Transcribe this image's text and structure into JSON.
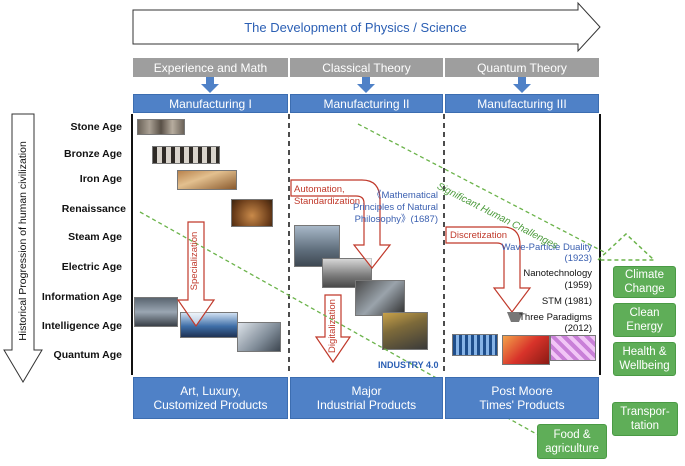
{
  "title": "The Development of Physics / Science",
  "vertical_label": "Historical Progression of human civilization",
  "theories": [
    "Experience and Math",
    "Classical Theory",
    "Quantum Theory"
  ],
  "manufacturing": [
    "Manufacturing I",
    "Manufacturing II",
    "Manufacturing III"
  ],
  "products": [
    {
      "line1": "Art, Luxury,",
      "line2": "Customized Products"
    },
    {
      "line1": "Major",
      "line2": "Industrial Products"
    },
    {
      "line1": "Post Moore",
      "line2": "Times' Products"
    }
  ],
  "ages": [
    "Stone Age",
    "Bronze Age",
    "Iron Age",
    "Renaissance",
    "Steam Age",
    "Electric Age",
    "Information Age",
    "Intelligence Age",
    "Quantum Age"
  ],
  "process_labels": {
    "specialization": "Specialization",
    "automation": "Automation,",
    "standardization": "Standardization",
    "digitalization": "Digitalization",
    "discretization": "Discretization"
  },
  "annotations": {
    "newton_1": "《Mathematical",
    "newton_2": "Principles of Natural",
    "newton_3": "Philosophy》(1687)",
    "wpd_1": "Wave-Particle Duality",
    "wpd_2": "(1923)",
    "nano_1": "Nanotechnology",
    "nano_2": "(1959)",
    "stm": "STM (1981)",
    "three_1": "Three Paradigms",
    "three_2": "(2012)",
    "industry": "INDUSTRY 4.0"
  },
  "challenges_label": "Significant Human Challenges",
  "challenges": [
    {
      "line1": "Climate",
      "line2": "Change"
    },
    {
      "line1": "Clean",
      "line2": "Energy"
    },
    {
      "line1": "Health &",
      "line2": "Wellbeing"
    },
    {
      "line1": "Transpor-",
      "line2": "tation"
    },
    {
      "line1": "Food &",
      "line2": "agriculture"
    }
  ],
  "colors": {
    "blue": "#4f81c7",
    "gray": "#9e9e9e",
    "green": "#5fae58",
    "red_arrow": "#c0392b",
    "accent_text": "#3a5fb0"
  }
}
